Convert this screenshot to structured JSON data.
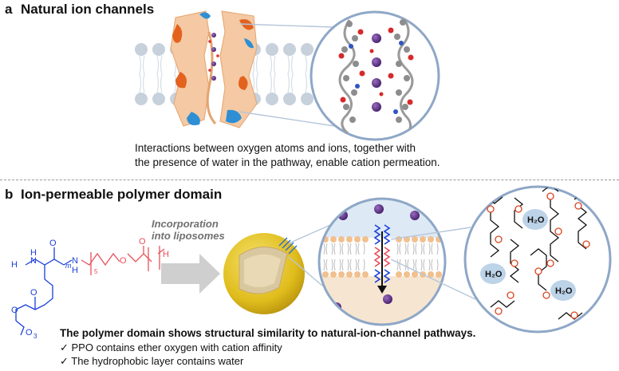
{
  "panel_a": {
    "letter": "a",
    "title": "Natural ion channels",
    "caption_line1": "Interactions between oxygen atoms and ions, together with",
    "caption_line2": "the presence of water in the pathway, enable cation permeation."
  },
  "panel_b": {
    "letter": "b",
    "title": "Ion-permeable polymer domain",
    "incorporation_line1": "Incorporation",
    "incorporation_line2": "into liposomes",
    "summary": "The polymer domain shows structural similarity to natural-ion-channel pathways.",
    "checks": [
      "✓ PPO contains ether oxygen with cation affinity",
      "✓ The hydrophobic layer contains water"
    ],
    "water_labels": [
      "H₂O",
      "H₂O",
      "H₂O"
    ]
  },
  "colors": {
    "membrane_head": "#b8c6d3",
    "membrane_tail": "#d6dee6",
    "circle_border": "#8ea7c7",
    "ion": "#6b3a8e",
    "polymer_blue": "#1a3fd9",
    "polymer_red": "#e8505b",
    "ether_oxygen": "#d9451f",
    "water_blob": "#bcd3e8",
    "arrow_gray": "#cfcfcf",
    "liposome": "#e7c92a"
  }
}
